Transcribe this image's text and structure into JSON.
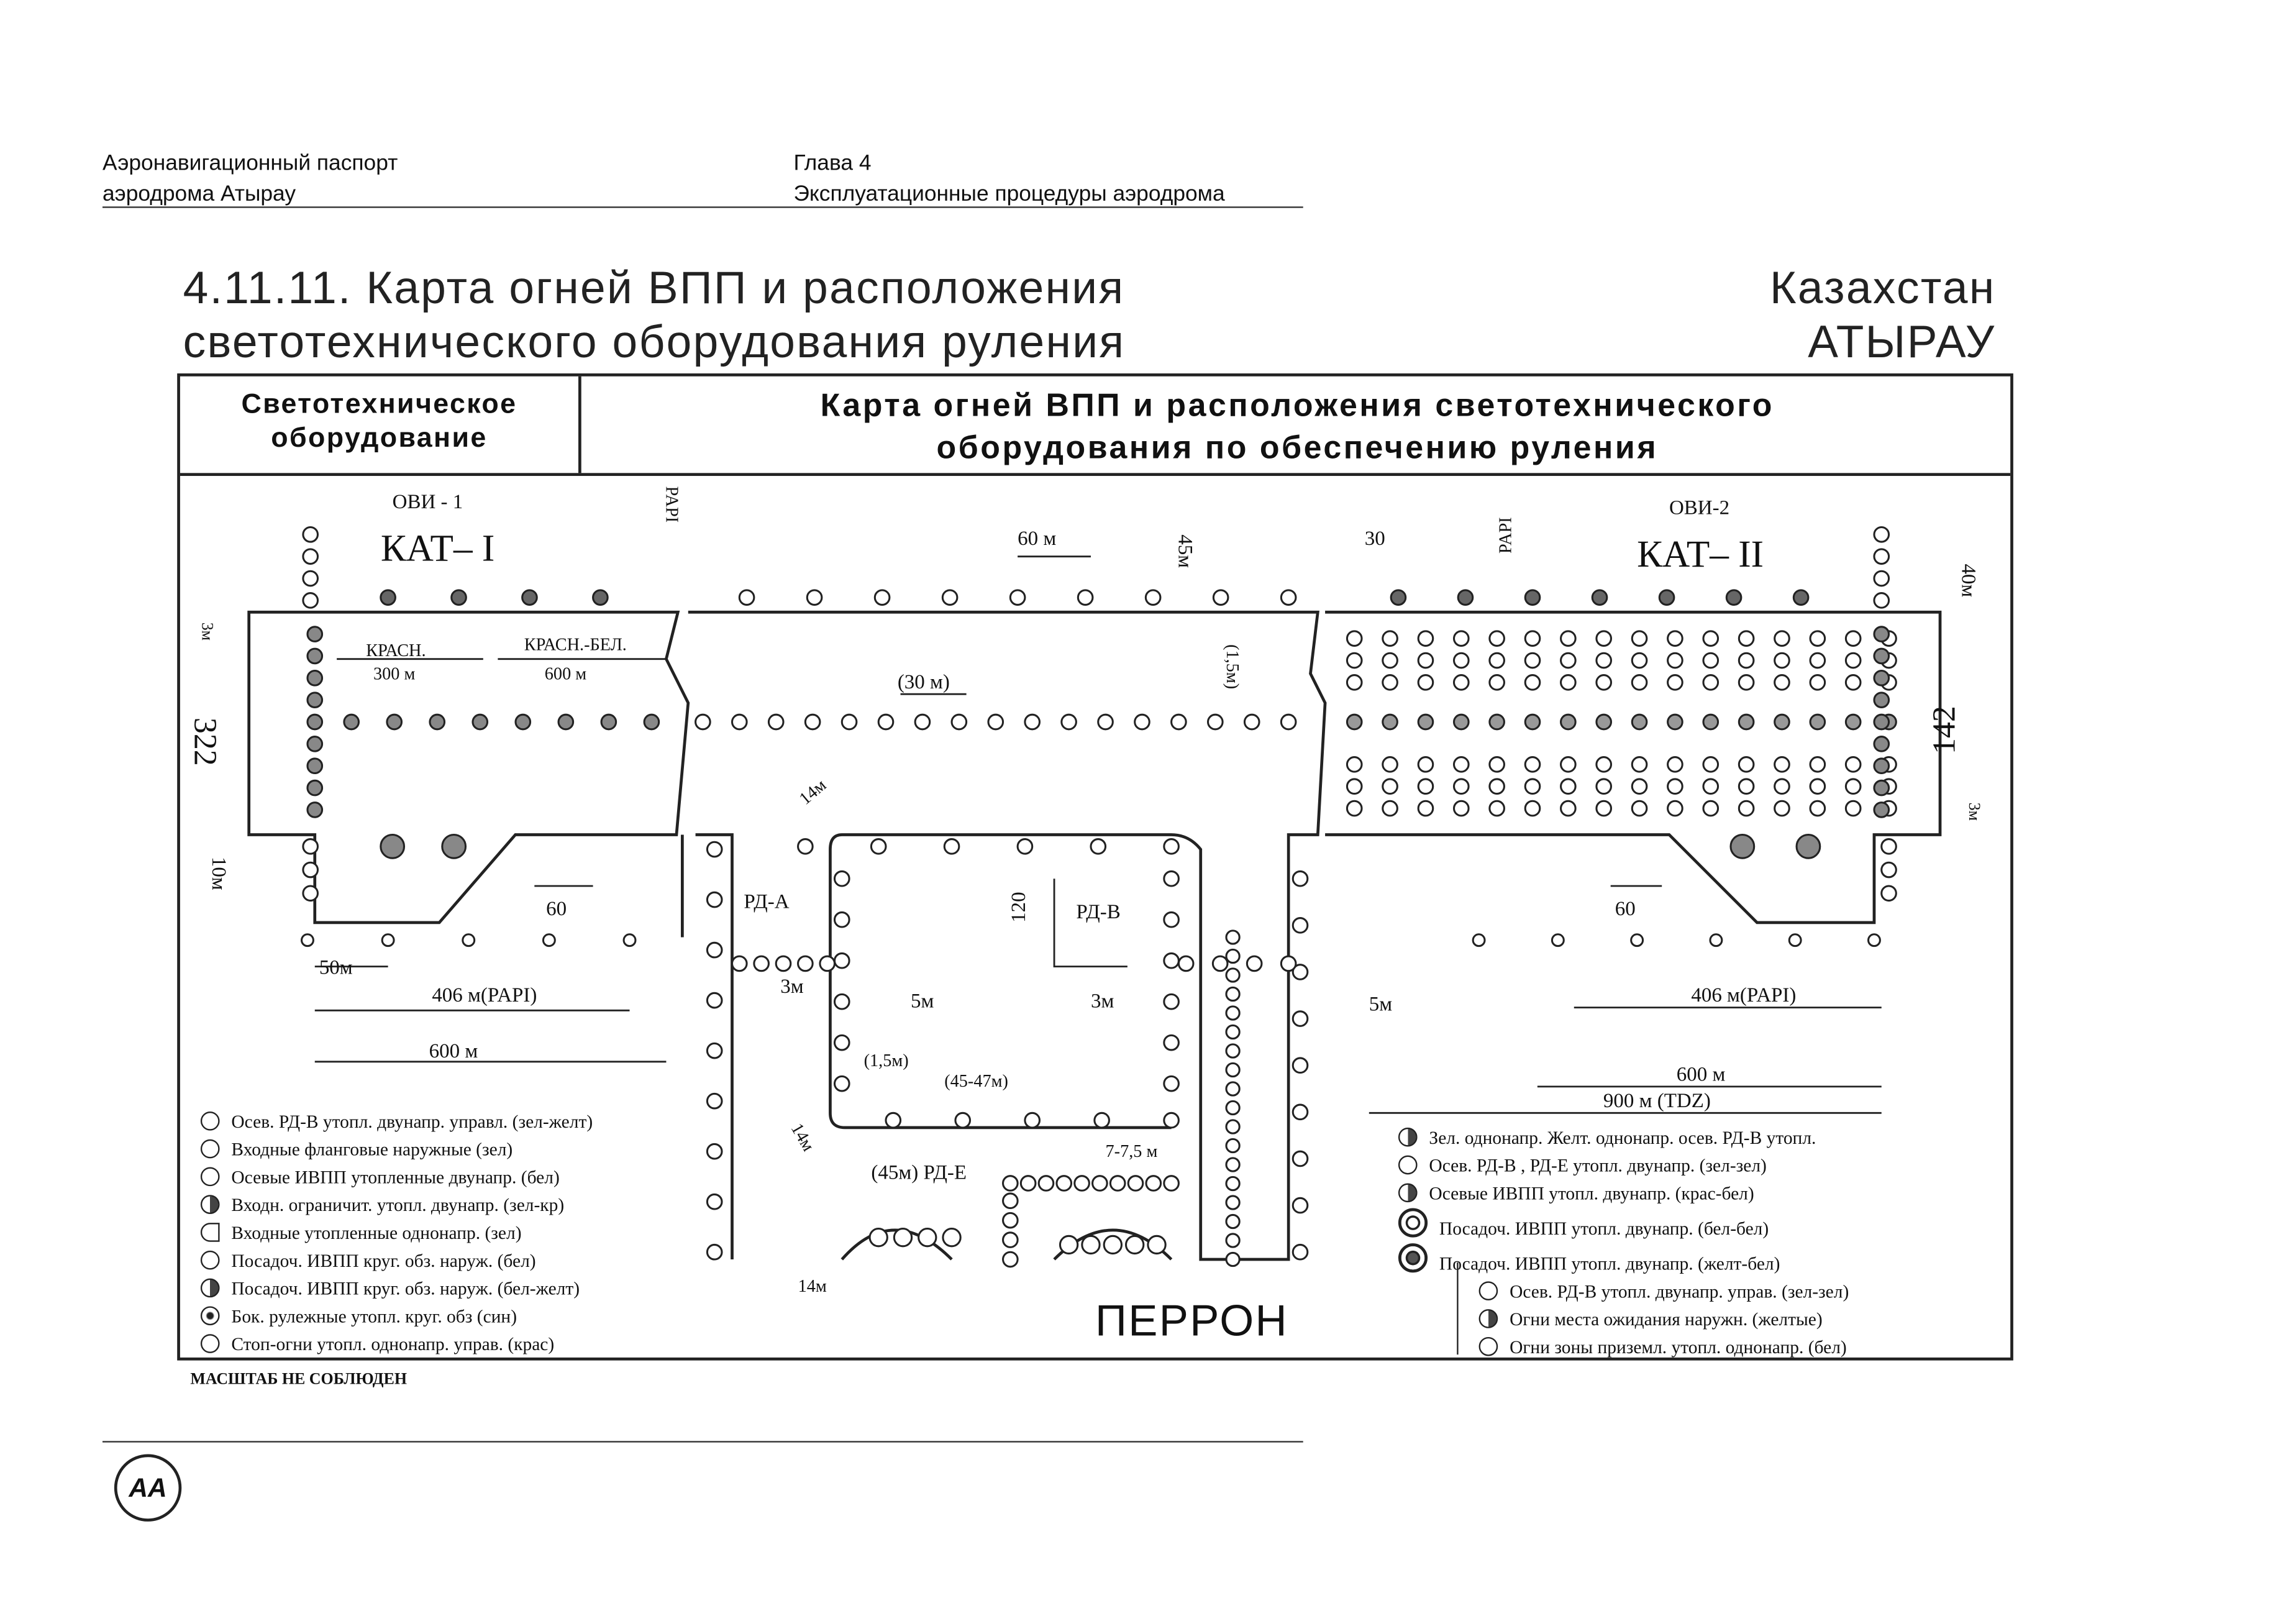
{
  "header": {
    "left_line1": "Аэронавигационный паспорт",
    "left_line2": "аэродрома Атырау",
    "right_line1": "Глава 4",
    "right_line2": "Эксплуатационные процедуры аэродрома"
  },
  "title": {
    "line1": "4.11.11.   Карта огней ВПП и расположения",
    "line2": "светотехнического оборудования  руления",
    "country": "Казахстан",
    "city": "АТЫРАУ"
  },
  "table": {
    "col1_line1": "Светотехническое",
    "col1_line2": "оборудование",
    "col2_line1": "Карта огней ВПП и расположения светотехнического",
    "col2_line2": "оборудования по обеспечению руления"
  },
  "diagram": {
    "ovi1": "ОВИ - 1",
    "kat1": "КАТ– I",
    "ovi2": "ОВИ-2",
    "kat2": "КАТ– II",
    "papi": "PAPI",
    "dim_60m_top": "60 м",
    "dim_45m": "45м",
    "dim_30": "30",
    "dim_40m": "40м",
    "dim_3m_left": "3м",
    "dim_322": "322",
    "red_label": "КРАСН.",
    "red_len": "300 м",
    "redwhite_label": "КРАСН.-БЕЛ.",
    "redwhite_len": "600 м",
    "dim_30m": "(30 м)",
    "dim_1_5m": "(1,5м)",
    "dim_142": "142",
    "dim_3m_right": "3м",
    "dim_10m": "10м",
    "dim_14m": "14м",
    "dim_60_left": "60",
    "dim_60_right": "60",
    "rd_a": "РД-А",
    "rd_b": "РД-В",
    "dim_120": "120",
    "dim_50m": "50м",
    "dim_406_left": "406 м(PAPI)",
    "dim_600_left": "600 м",
    "dim_3m_a": "3м",
    "dim_5m_a": "5м",
    "dim_3m_b": "3м",
    "dim_5m_b": "5м",
    "dim_406_right": "406 м(PAPI)",
    "dim_600_right": "600 м",
    "dim_900_right": "900 м (TDZ)",
    "dim_1_5m_b": "(1,5м)",
    "dim_45_47": "(45-47м)",
    "dim_14m_b": "14м",
    "rd_e": "(45м) РД-Е",
    "dim_7_5": "7-7,5 м",
    "dim_14m_c": "14м",
    "apron": "ПЕРРОН"
  },
  "legend_left": [
    "Осев. РД-В утопл. двунапр. управл. (зел-желт)",
    "Входные фланговые наружные (зел)",
    "Осевые ИВПП утопленные двунапр. (бел)",
    "Входн. ограничит. утопл. двунапр. (зел-кр)",
    "Входные утопленные однонапр. (зел)",
    "Посадоч. ИВПП круг. обз. наруж. (бел)",
    "Посадоч. ИВПП круг. обз. наруж. (бел-желт)",
    "Бок. рулежные утопл. круг. обз (син)",
    "Стоп-огни утопл. однонапр. управ. (крас)"
  ],
  "legend_right": [
    "Зел. однонапр.  Желт. однонапр. осев. РД-В утопл.",
    "Осев. РД-В , РД-Е утопл. двунапр. (зел-зел)",
    "Осевые ИВПП утопл. двунапр. (крас-бел)",
    "Посадоч. ИВПП утопл. двунапр. (бел-бел)",
    "Посадоч. ИВПП утопл. двунапр. (желт-бел)",
    "Осев. РД-В утопл. двунапр. управ. (зел-зел)",
    "Огни места ожидания наружн. (желтые)",
    "Огни зоны приземл. утопл. однонапр. (бел)"
  ],
  "footer": {
    "scale_note": "МАСШТАБ НЕ СОБЛЮДЕН"
  }
}
